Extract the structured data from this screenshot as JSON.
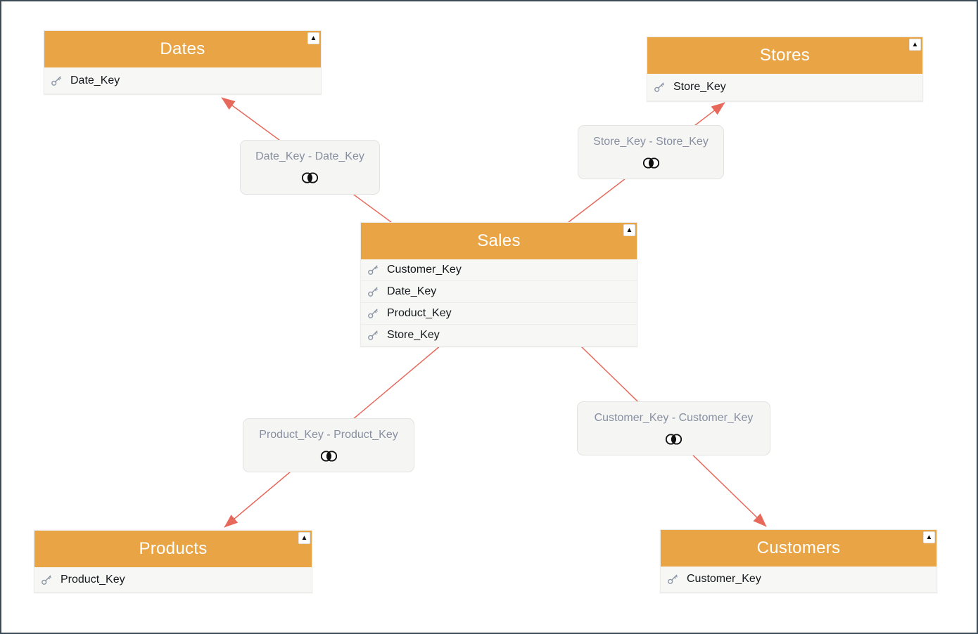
{
  "canvas": {
    "background": "#FFFFFF",
    "border_color": "#3C4B55"
  },
  "colors": {
    "table_header": "#E9A545",
    "table_title_text": "#FFFFFF",
    "table_body": "#F7F8F6",
    "relationship_line": "#E7695C",
    "relationship_label_text": "#878FA0",
    "key_icon": "#8B95A5"
  },
  "icons": {
    "collapse": "▲",
    "key": "key-icon",
    "join": "inner-join-icon"
  },
  "tables": {
    "dates": {
      "title": "Dates",
      "fields": [
        "Date_Key"
      ]
    },
    "stores": {
      "title": "Stores",
      "fields": [
        "Store_Key"
      ]
    },
    "sales": {
      "title": "Sales",
      "fields": [
        "Customer_Key",
        "Date_Key",
        "Product_Key",
        "Store_Key"
      ]
    },
    "products": {
      "title": "Products",
      "fields": [
        "Product_Key"
      ]
    },
    "customers": {
      "title": "Customers",
      "fields": [
        "Customer_Key"
      ]
    }
  },
  "relationships": {
    "date": {
      "label": "Date_Key - Date_Key",
      "join_type": "inner-join",
      "from": "Sales",
      "to": "Dates"
    },
    "store": {
      "label": "Store_Key - Store_Key",
      "join_type": "inner-join",
      "from": "Sales",
      "to": "Stores"
    },
    "product": {
      "label": "Product_Key - Product_Key",
      "join_type": "inner-join",
      "from": "Sales",
      "to": "Products"
    },
    "customer": {
      "label": "Customer_Key - Customer_Key",
      "join_type": "inner-join",
      "from": "Sales",
      "to": "Customers"
    }
  }
}
